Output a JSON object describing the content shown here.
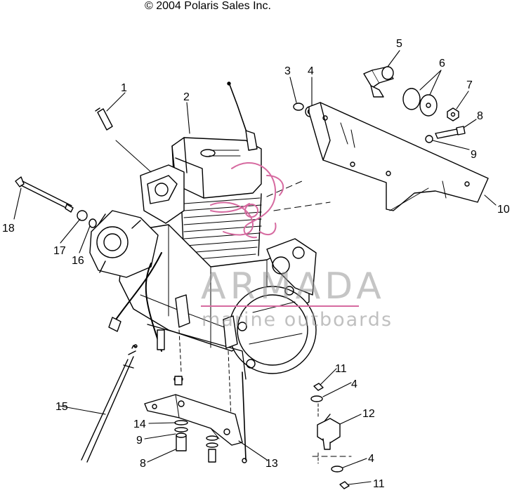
{
  "copyright": "© 2004 Polaris Sales Inc.",
  "watermark": {
    "main": "ARMADA",
    "sub": "marine outboards",
    "accent_color": "#d66aa0"
  },
  "callouts": {
    "c1": "1",
    "c2": "2",
    "c3": "3",
    "c4a": "4",
    "c5": "5",
    "c6": "6",
    "c7": "7",
    "c8a": "8",
    "c9a": "9",
    "c10": "10",
    "c11a": "11",
    "c4b": "4",
    "c12": "12",
    "c4c": "4",
    "c11b": "11",
    "c13": "13",
    "c14": "14",
    "c9b": "9",
    "c8b": "8",
    "c15": "15",
    "c16": "16",
    "c17": "17",
    "c18": "18"
  }
}
